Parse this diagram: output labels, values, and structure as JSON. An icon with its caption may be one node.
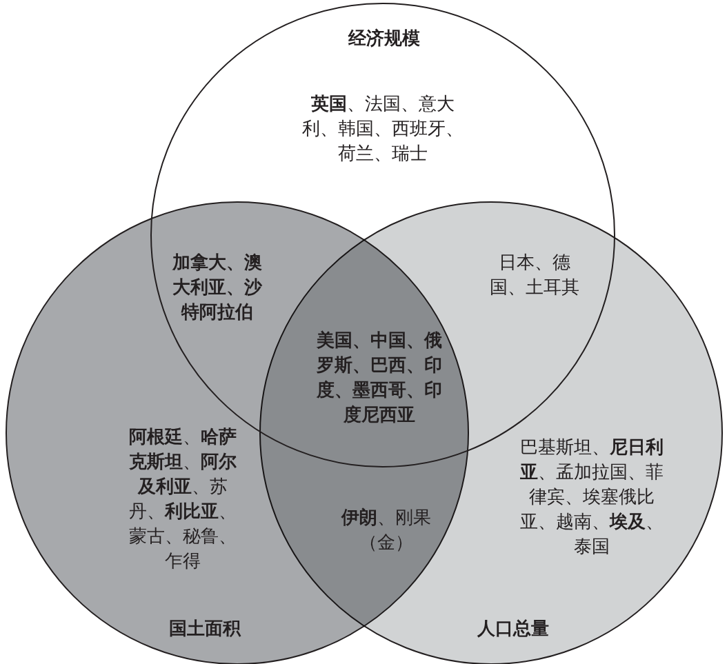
{
  "diagram": {
    "nodes": [
      {
        "text": [
          "经济规模"
        ]
      },
      {
        "text": [
          "国土面积"
        ]
      },
      {
        "text": [
          "人口总量"
        ]
      }
    ],
    "labels": [
      "**英国**、法国、意大利、韩国、西班牙、荷兰、瑞士",
      "加拿大、澳大利亚、沙特阿拉伯",
      "日本、德国、土耳其",
      "美国、中国、俄罗斯、巴西、印度、墨西哥、印度尼西亚",
      "**阿根廷**、**哈萨克斯坦**、**阿尔及利亚**、苏丹、**利比亚**、蒙古、秘鲁、乍得",
      "巴基斯坦、**尼日利亚**、孟加拉国、菲律宾、埃塞俄比亚、越南、**埃及**、泰国",
      "**伊朗**、刚果（金）"
    ]
  }
}
